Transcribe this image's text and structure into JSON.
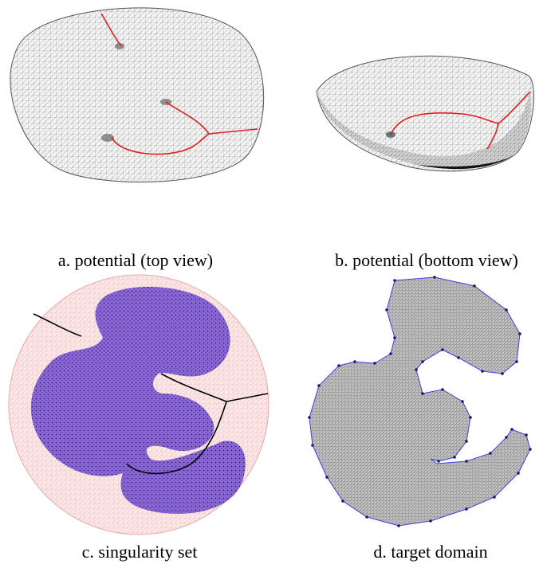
{
  "captions": {
    "a": "a. potential (top view)",
    "b": "b. potential (bottom view)",
    "c": "c. singularity set",
    "d": "d. target domain"
  },
  "colors": {
    "mesh": "#6b6b6b",
    "mesh_fill": "#d8d8d8",
    "singular_curve_top": "#e0201e",
    "singular_curve_set": "#000000",
    "source_region": "#f7d9d9",
    "source_mesh": "#e9a7a7",
    "target_region": "#7b55c9",
    "target_dots": "#3a1f8a",
    "domain_fill": "#c9c9c9",
    "domain_boundary": "#3c3cf0"
  }
}
